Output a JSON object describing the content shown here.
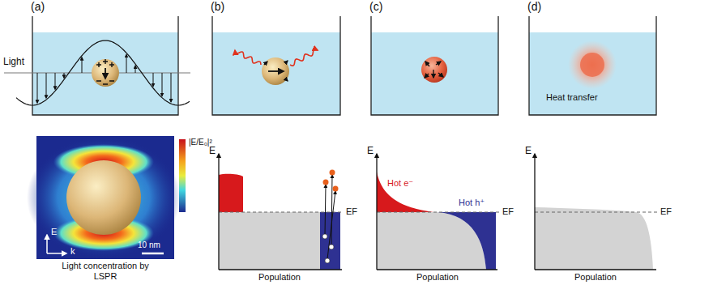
{
  "diagram": {
    "labels": [
      "(a)",
      "(b)",
      "(c)",
      "(d)",
      "Light",
      "|E/E₀|²",
      "E",
      "k",
      "10 nm",
      "Light concentration by LSPR",
      "E",
      "EF",
      "Population",
      "E",
      "Hot e⁻",
      "Hot h⁺",
      "EF",
      "Population",
      "Heat transfer",
      "E",
      "EF",
      "Population"
    ]
  }
}
